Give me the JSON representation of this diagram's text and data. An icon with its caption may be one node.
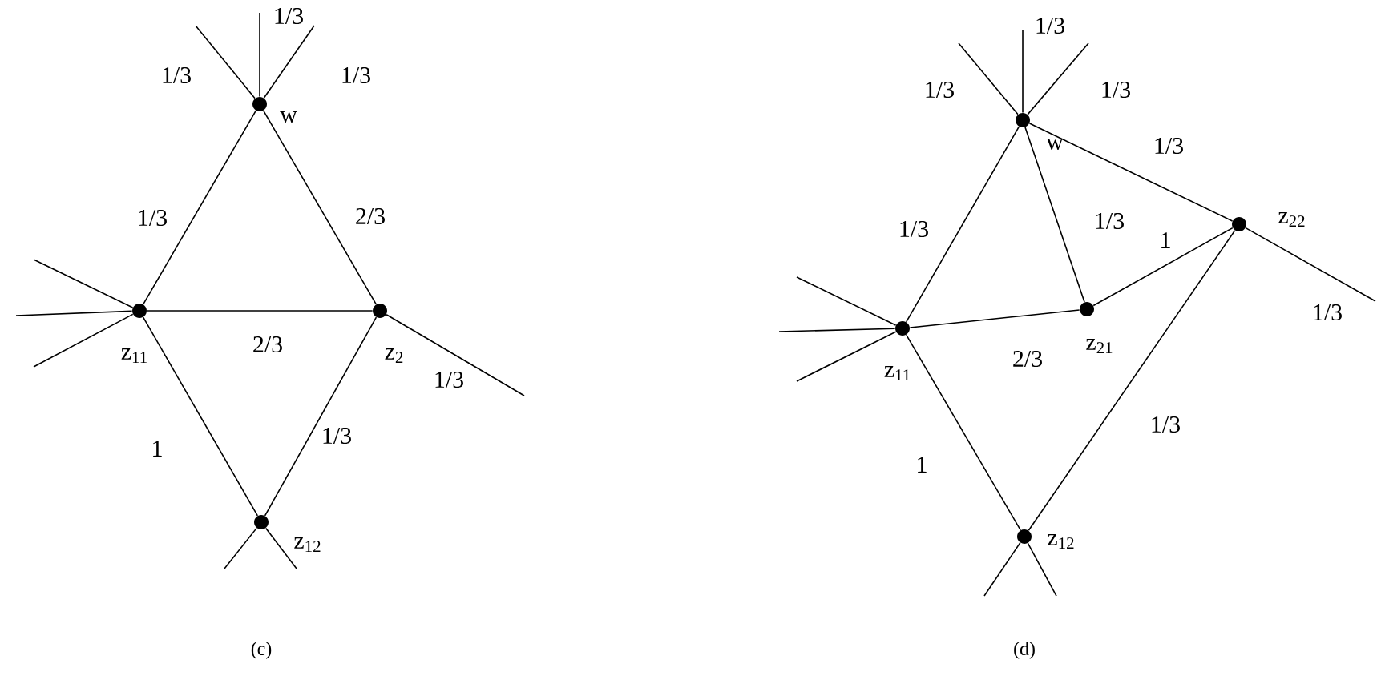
{
  "diagram": {
    "nodes": [
      {
        "text": [],
        "shape": "circle",
        "beside": [
          "w"
        ]
      },
      {
        "text": [],
        "shape": "circle",
        "beside": [
          "z$_{11}$"
        ]
      },
      {
        "text": [],
        "shape": "circle",
        "beside": [
          "z$_{2}$"
        ]
      },
      {
        "text": [],
        "shape": "circle",
        "beside": [
          "z$_{12}$"
        ]
      },
      {
        "text": [],
        "shape": "circle",
        "beside": [
          "w"
        ]
      },
      {
        "text": [],
        "shape": "circle",
        "beside": [
          "z$_{11}$"
        ]
      },
      {
        "text": [],
        "shape": "circle",
        "beside": [
          "z$_{21}$"
        ]
      },
      {
        "text": [],
        "shape": "circle",
        "beside": [
          "z$_{22}$"
        ]
      },
      {
        "text": [],
        "shape": "circle",
        "beside": [
          "z$_{12}$"
        ]
      }
    ],
    "edges": [
      {
        "from": 0,
        "to": 1,
        "arrow": "none",
        "label": "1/3"
      },
      {
        "from": 0,
        "to": 2,
        "arrow": "none",
        "label": "2/3"
      },
      {
        "from": 1,
        "to": 2,
        "arrow": "none",
        "label": "2/3"
      },
      {
        "from": 1,
        "to": 3,
        "arrow": "none",
        "label": "1"
      },
      {
        "from": 2,
        "to": 3,
        "arrow": "none",
        "label": "1/3"
      },
      {
        "from": 0,
        "to": null,
        "arrow": "none",
        "label": "1/3"
      },
      {
        "from": 0,
        "to": null,
        "arrow": "none",
        "label": "1/3"
      },
      {
        "from": 0,
        "to": null,
        "arrow": "none",
        "label": "1/3"
      },
      {
        "from": 1,
        "to": null,
        "arrow": "none"
      },
      {
        "from": 1,
        "to": null,
        "arrow": "none"
      },
      {
        "from": 1,
        "to": null,
        "arrow": "none"
      },
      {
        "from": 2,
        "to": null,
        "arrow": "none",
        "label": "1/3"
      },
      {
        "from": 3,
        "to": null,
        "arrow": "none"
      },
      {
        "from": 3,
        "to": null,
        "arrow": "none"
      },
      {
        "from": 4,
        "to": 5,
        "arrow": "none",
        "label": "1/3"
      },
      {
        "from": 4,
        "to": 6,
        "arrow": "none",
        "label": "1/3"
      },
      {
        "from": 4,
        "to": 7,
        "arrow": "none",
        "label": "1/3"
      },
      {
        "from": 5,
        "to": 6,
        "arrow": "none",
        "label": "2/3"
      },
      {
        "from": 6,
        "to": 7,
        "arrow": "none",
        "label": "1"
      },
      {
        "from": 5,
        "to": 8,
        "arrow": "none",
        "label": "1"
      },
      {
        "from": 7,
        "to": 8,
        "arrow": "none",
        "label": "1/3"
      },
      {
        "from": 4,
        "to": null,
        "arrow": "none",
        "label": "1/3"
      },
      {
        "from": 4,
        "to": null,
        "arrow": "none",
        "label": "1/3"
      },
      {
        "from": 4,
        "to": null,
        "arrow": "none",
        "label": "1/3"
      },
      {
        "from": 5,
        "to": null,
        "arrow": "none"
      },
      {
        "from": 5,
        "to": null,
        "arrow": "none"
      },
      {
        "from": 5,
        "to": null,
        "arrow": "none"
      },
      {
        "from": 7,
        "to": null,
        "arrow": "none",
        "label": "1/3"
      },
      {
        "from": 8,
        "to": null,
        "arrow": "none"
      },
      {
        "from": 8,
        "to": null,
        "arrow": "none"
      }
    ],
    "labels": [
      "(c)",
      "(d)"
    ]
  }
}
